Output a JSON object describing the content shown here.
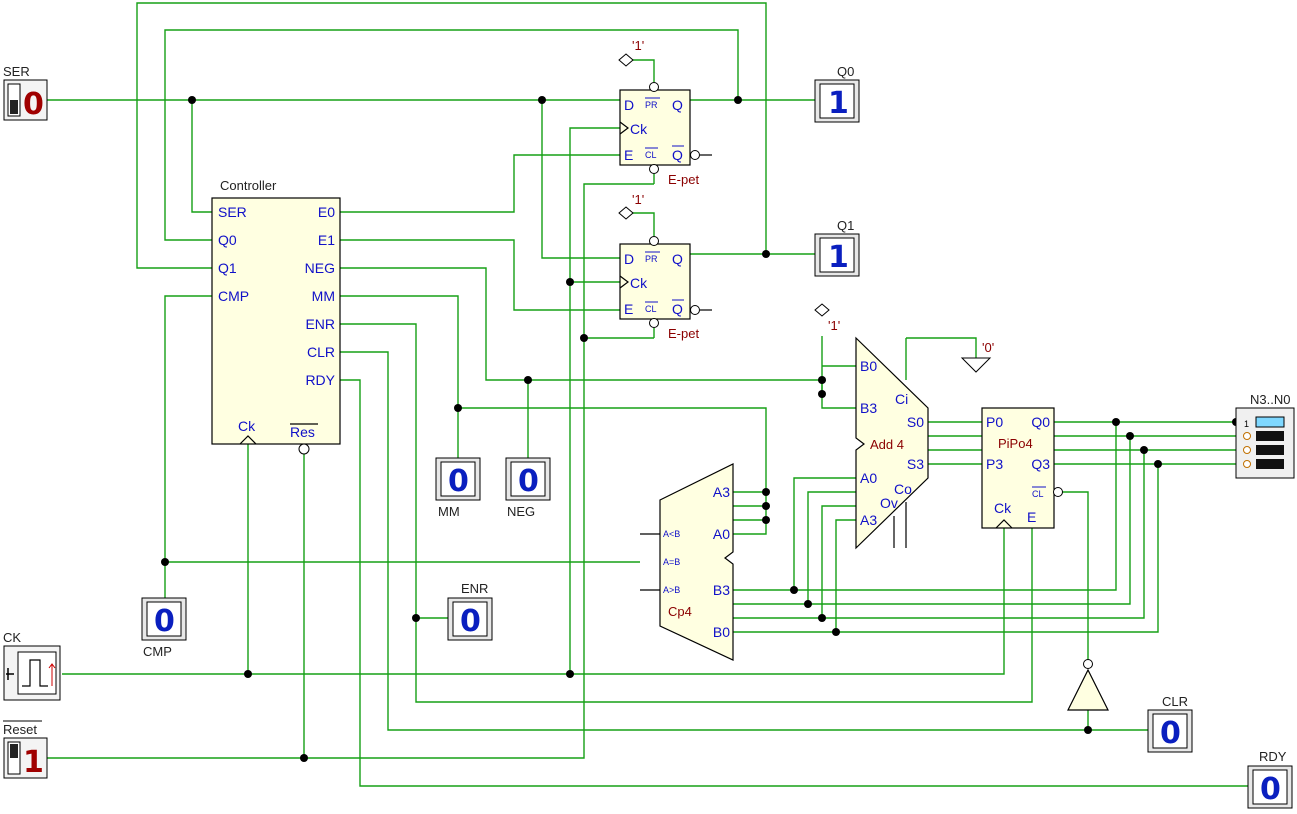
{
  "controller": {
    "title": "Controller",
    "inputs": [
      "SER",
      "Q0",
      "Q1",
      "CMP"
    ],
    "outputs": [
      "E0",
      "E1",
      "NEG",
      "MM",
      "ENR",
      "CLR",
      "RDY"
    ],
    "clock": "Ck",
    "reset": "Res"
  },
  "flipflops": [
    {
      "name": "E-pet",
      "pins": {
        "d": "D",
        "pr": "PR",
        "q": "Q",
        "ck": "Ck",
        "e": "E",
        "cl": "CL",
        "qn": "Q"
      },
      "preset": "'1'"
    },
    {
      "name": "E-pet",
      "pins": {
        "d": "D",
        "pr": "PR",
        "q": "Q",
        "ck": "Ck",
        "e": "E",
        "cl": "CL",
        "qn": "Q"
      },
      "preset": "'1'"
    }
  ],
  "adder": {
    "name": "Add 4",
    "b": [
      "B0",
      "B3"
    ],
    "a": [
      "A0",
      "A3"
    ],
    "s": [
      "S0",
      "S3"
    ],
    "ci": "Ci",
    "co": "Co",
    "ov": "Ov",
    "b0_const": "'1'",
    "ci_const": "'0'"
  },
  "comparator": {
    "name": "Cp4",
    "a": [
      "A3",
      "A0"
    ],
    "b": [
      "B3",
      "B0"
    ],
    "cmp": [
      "A<B",
      "A=B",
      "A>B"
    ]
  },
  "register": {
    "name": "PiPo4",
    "p": [
      "P0",
      "P3"
    ],
    "q": [
      "Q0",
      "Q3"
    ],
    "cl": "CL",
    "ck": "Ck",
    "e": "E"
  },
  "inputs": {
    "ser": {
      "label": "SER",
      "value": "0"
    },
    "reset": {
      "label": "Reset",
      "value": "1"
    },
    "ck": {
      "label": "CK"
    }
  },
  "displays": {
    "q0": {
      "label": "Q0",
      "value": "1"
    },
    "q1": {
      "label": "Q1",
      "value": "1"
    },
    "mm": {
      "label": "MM",
      "value": "0"
    },
    "neg": {
      "label": "NEG",
      "value": "0"
    },
    "cmp": {
      "label": "CMP",
      "value": "0"
    },
    "enr": {
      "label": "ENR",
      "value": "0"
    },
    "clr": {
      "label": "CLR",
      "value": "0"
    },
    "rdy": {
      "label": "RDY",
      "value": "0"
    }
  },
  "bus_display": {
    "label": "N3..N0",
    "bit": "1"
  },
  "colors": {
    "wire": "#16a016",
    "component_fill": "#ffffe1",
    "pin_text": "#1010c8",
    "display_digit": "#0a1fbf",
    "switch_digit": "#a00000"
  }
}
